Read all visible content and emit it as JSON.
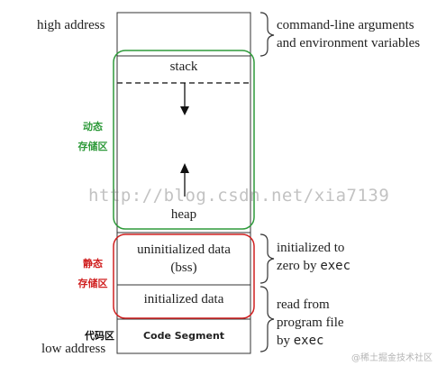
{
  "left_labels": {
    "high_address": "high address",
    "low_address": "low address"
  },
  "segments": {
    "stack": "stack",
    "heap": "heap",
    "bss_line1": "uninitialized data",
    "bss_line2": "(bss)",
    "initialized": "initialized data",
    "code": "Code Segment"
  },
  "annotations": {
    "top_line1": "command-line arguments",
    "top_line2": "and environment variables",
    "bss_line1": "initialized to",
    "bss_line2_prefix": "zero by ",
    "bss_line2_code": "exec",
    "data_line1": "read from",
    "data_line2": "program file",
    "data_line3_prefix": "by ",
    "data_line3_code": "exec"
  },
  "chinese_labels": {
    "dynamic_line1": "动态",
    "dynamic_line2": "存储区",
    "static_line1": "静态",
    "static_line2": "存储区",
    "code_area": "代码区"
  },
  "watermarks": {
    "center": "http://blog.csdn.net/xia7139",
    "corner": "@稀土掘金技术社区"
  },
  "colors": {
    "dynamic_region": "#2e9a3a",
    "static_region": "#d02020",
    "outline": "#333333"
  }
}
